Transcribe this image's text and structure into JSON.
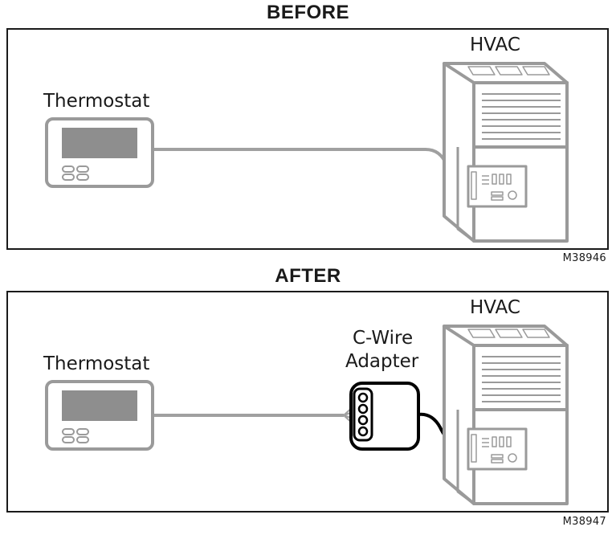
{
  "before": {
    "heading": "BEFORE",
    "thermostat_label": "Thermostat",
    "hvac_label": "HVAC",
    "figure_code": "M38946"
  },
  "after": {
    "heading": "AFTER",
    "thermostat_label": "Thermostat",
    "hvac_label": "HVAC",
    "adapter_label_line1": "C-Wire",
    "adapter_label_line2": "Adapter",
    "figure_code": "M38947"
  },
  "colors": {
    "outline": "#1a1a1a",
    "device_gray": "#9a9a9a",
    "screen_gray": "#8e8e8e",
    "wire_gray": "#a0a0a0",
    "adapter_black": "#000000"
  }
}
